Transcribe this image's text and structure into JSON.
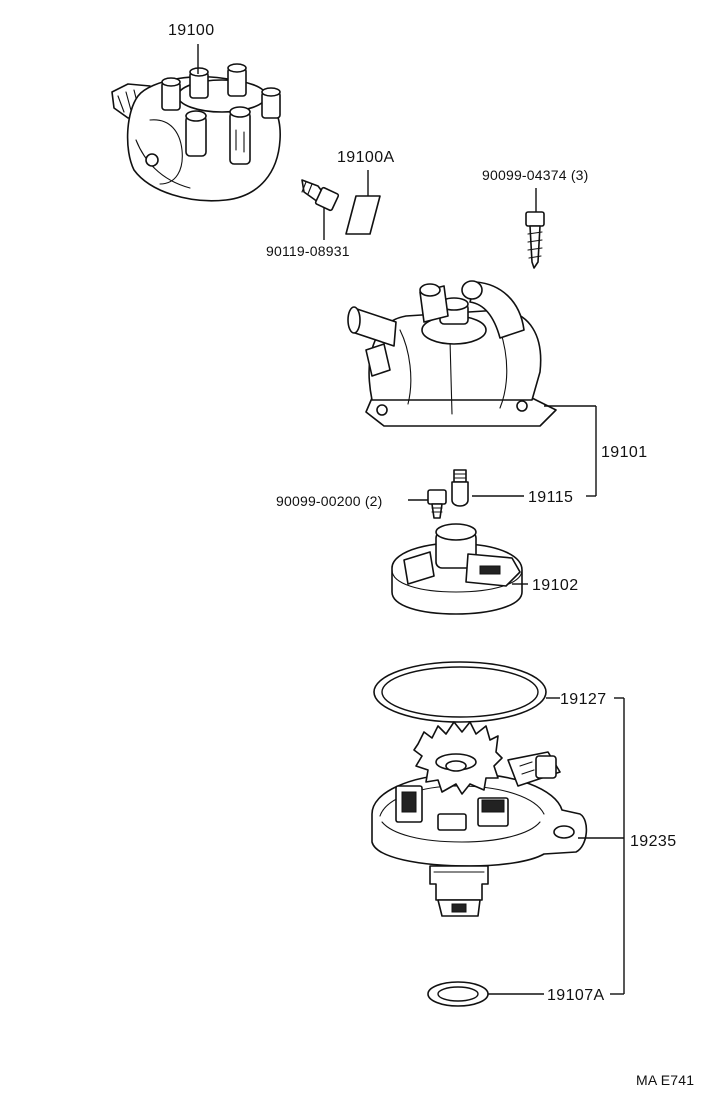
{
  "parts": {
    "p19100": "19100",
    "p19100A": "19100A",
    "p90119": "90119-08931",
    "p90099_04374": "90099-04374 (3)",
    "p19101": "19101",
    "p19115": "19115",
    "p90099_00200": "90099-00200 (2)",
    "p19102": "19102",
    "p19127": "19127",
    "p19235": "19235",
    "p19107A": "19107A"
  },
  "footer": {
    "code": "MA E741"
  }
}
